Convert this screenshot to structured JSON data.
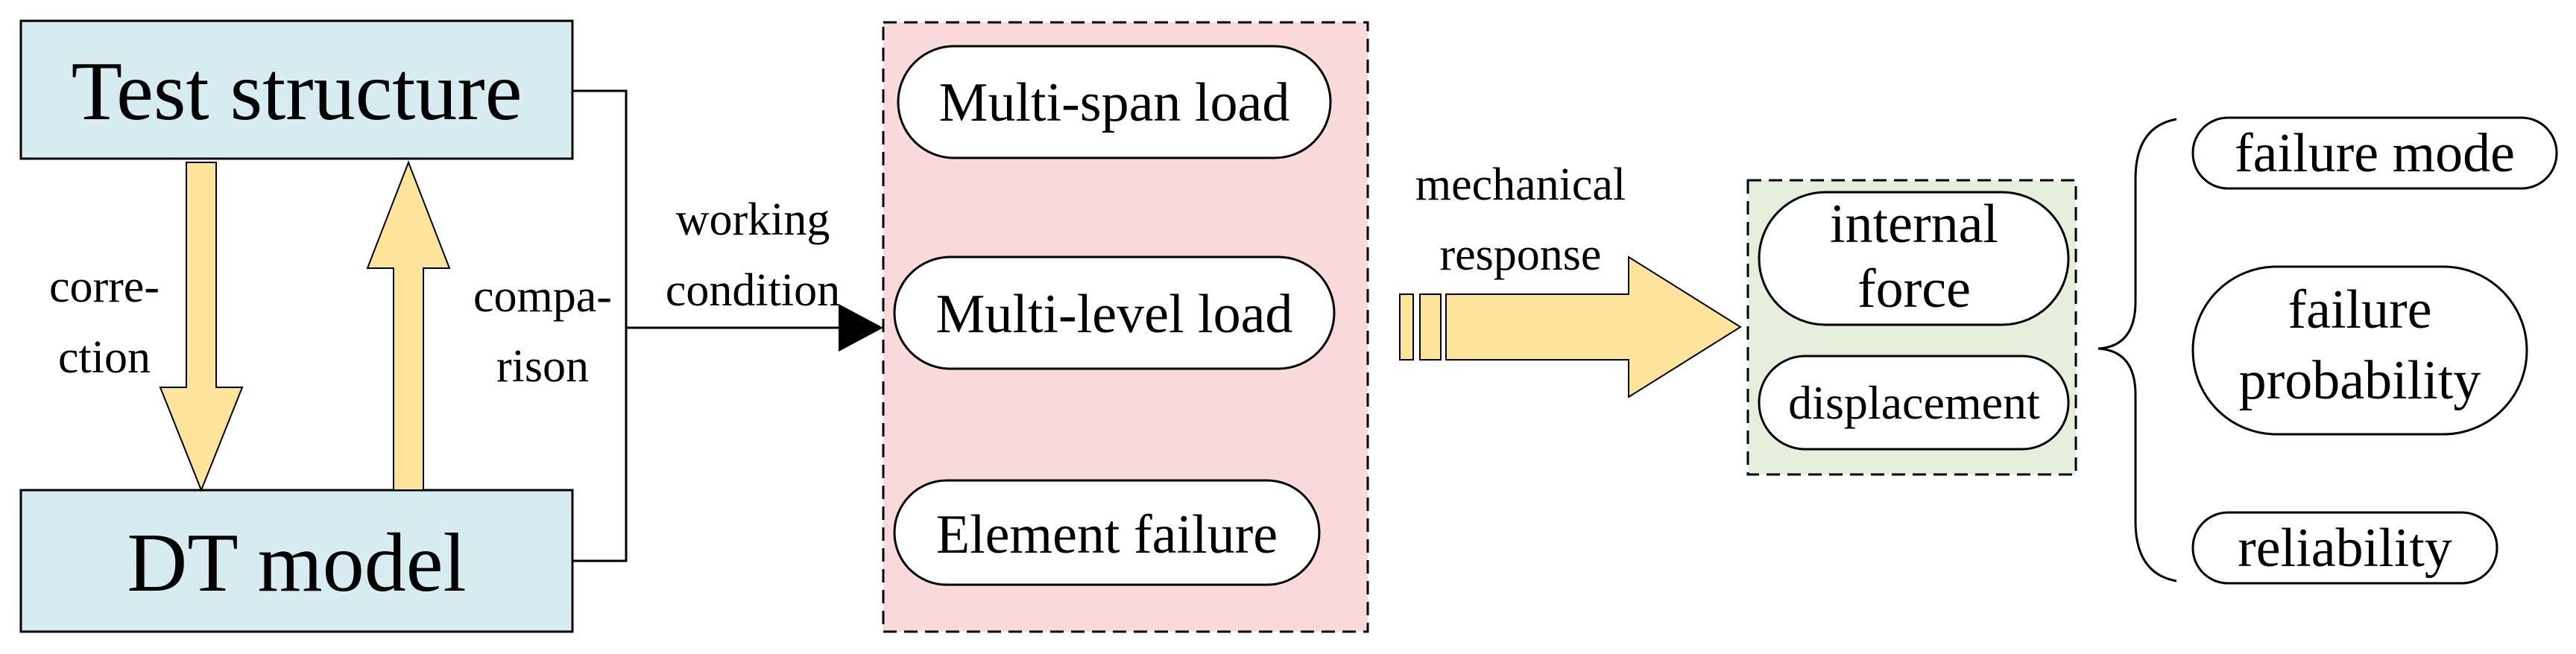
{
  "nodes": {
    "test_structure": "Test structure",
    "dt_model": "DT model"
  },
  "edge_labels": {
    "correction_1": "corre-",
    "correction_2": "ction",
    "comparison_1": "compa-",
    "comparison_2": "rison",
    "working_1": "working",
    "working_2": "condition",
    "mechanical_1": "mechanical",
    "mechanical_2": "response"
  },
  "conditions": [
    "Multi-span load",
    "Multi-level load",
    "Element failure"
  ],
  "responses": {
    "internal_force_1": "internal",
    "internal_force_2": "force",
    "displacement": "displacement"
  },
  "results": {
    "failure_mode": "failure mode",
    "failure_probability_1": "failure",
    "failure_probability_2": "probability",
    "reliability": "reliability"
  },
  "colors": {
    "node_fill": "#d6ecf1",
    "conditions_fill": "#f9d9d9",
    "responses_fill": "#e6efdc",
    "arrow_fill": "#fde49a"
  }
}
